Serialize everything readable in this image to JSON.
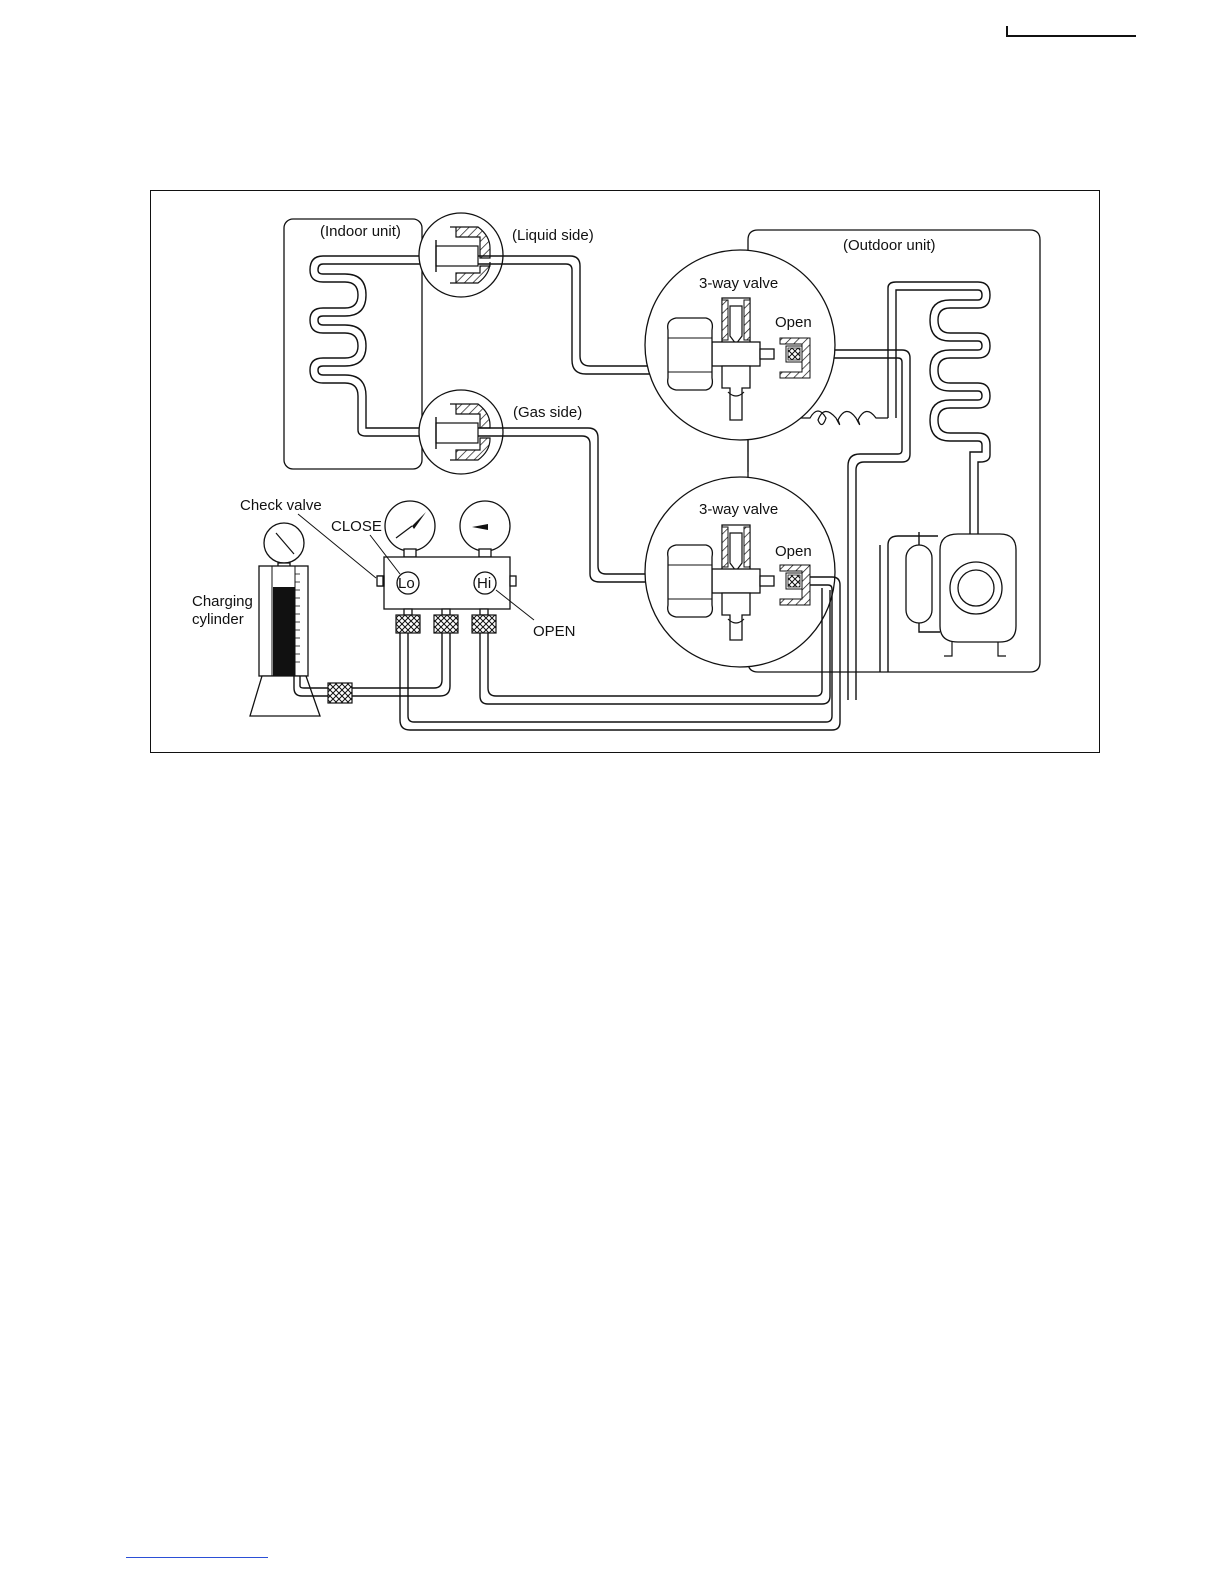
{
  "labels": {
    "indoor_unit": "(Indoor unit)",
    "liquid_side": "(Liquid side)",
    "gas_side": "(Gas side)",
    "outdoor_unit": "(Outdoor unit)",
    "three_way_valve_top": "3-way valve",
    "three_way_valve_bottom": "3-way valve",
    "open_top": "Open",
    "open_bottom": "Open",
    "check_valve": "Check valve",
    "close": "CLOSE",
    "open_caps": "OPEN",
    "lo": "Lo",
    "hi": "Hi",
    "charging_line1": "Charging",
    "charging_line2": "cylinder"
  },
  "colors": {
    "line": "#111111",
    "link_rule": "#2b4fd6"
  }
}
